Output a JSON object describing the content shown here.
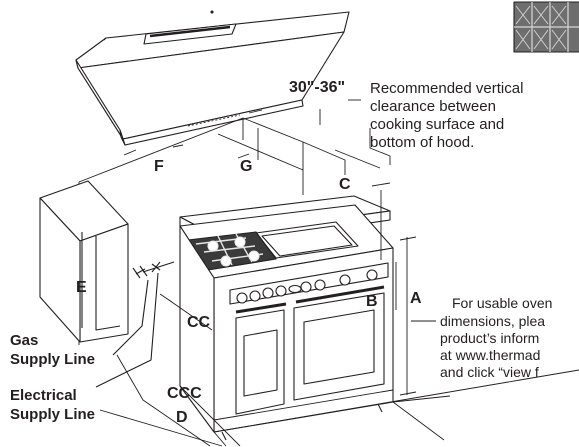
{
  "labels": {
    "f": "F",
    "g": "G",
    "c": "C",
    "e": "E",
    "b": "B",
    "a": "A",
    "cc": "CC",
    "ccc": "CCC",
    "d": "D"
  },
  "clearance": {
    "value": "30\"-36\"",
    "note_lines": [
      "Recommended vertical",
      "clearance between",
      "cooking surface and",
      "bottom of hood."
    ]
  },
  "oven_note_lines": [
    "For usable oven",
    "dimensions, plea",
    "product’s inform",
    "at www.thermad",
    "and click “view f"
  ],
  "supply": {
    "gas_lines": [
      "Gas",
      "Supply Line"
    ],
    "electrical_lines": [
      "Electrical",
      "Supply Line"
    ]
  },
  "colors": {
    "line": "#231f20",
    "burner_fill": "#3a3a3a",
    "thumbnail_fill": "#6e6e6e"
  }
}
